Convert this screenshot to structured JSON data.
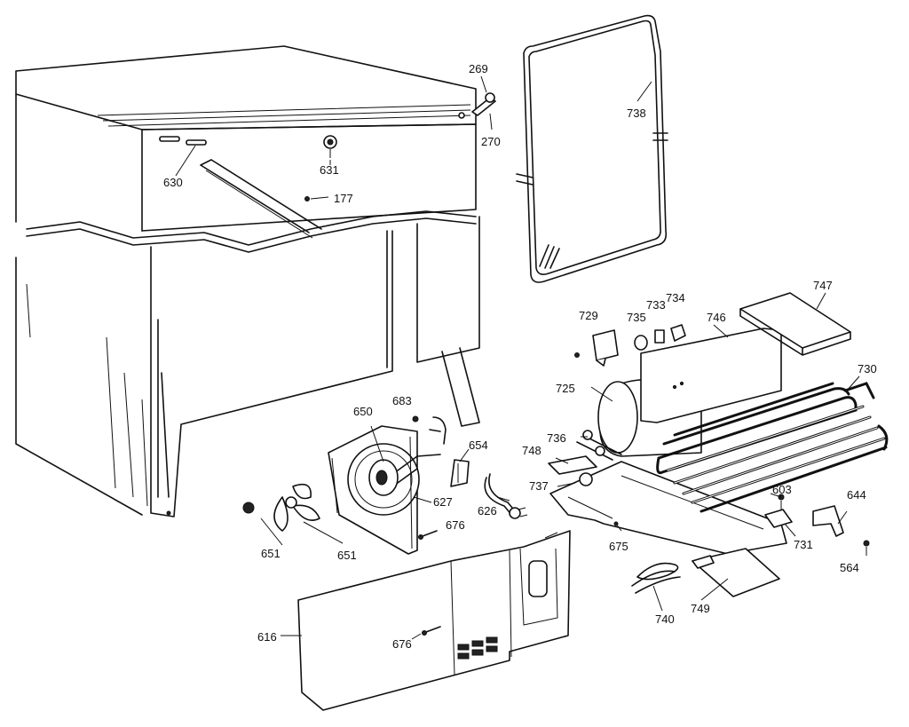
{
  "diagram": {
    "labels": {
      "p269": "269",
      "p270": "270",
      "p738": "738",
      "p630": "630",
      "p631": "631",
      "p177": "177",
      "p747": "747",
      "p729": "729",
      "p735": "735",
      "p733": "733",
      "p734": "734",
      "p746": "746",
      "p730": "730",
      "p725": "725",
      "p683": "683",
      "p650": "650",
      "p736": "736",
      "p748": "748",
      "p654": "654",
      "p737": "737",
      "p627": "627",
      "p626": "626",
      "p603": "603",
      "p644": "644",
      "p676a": "676",
      "p675": "675",
      "p731": "731",
      "p564": "564",
      "p651a": "651",
      "p651b": "651",
      "p616": "616",
      "p676b": "676",
      "p740": "740",
      "p749": "749"
    }
  }
}
